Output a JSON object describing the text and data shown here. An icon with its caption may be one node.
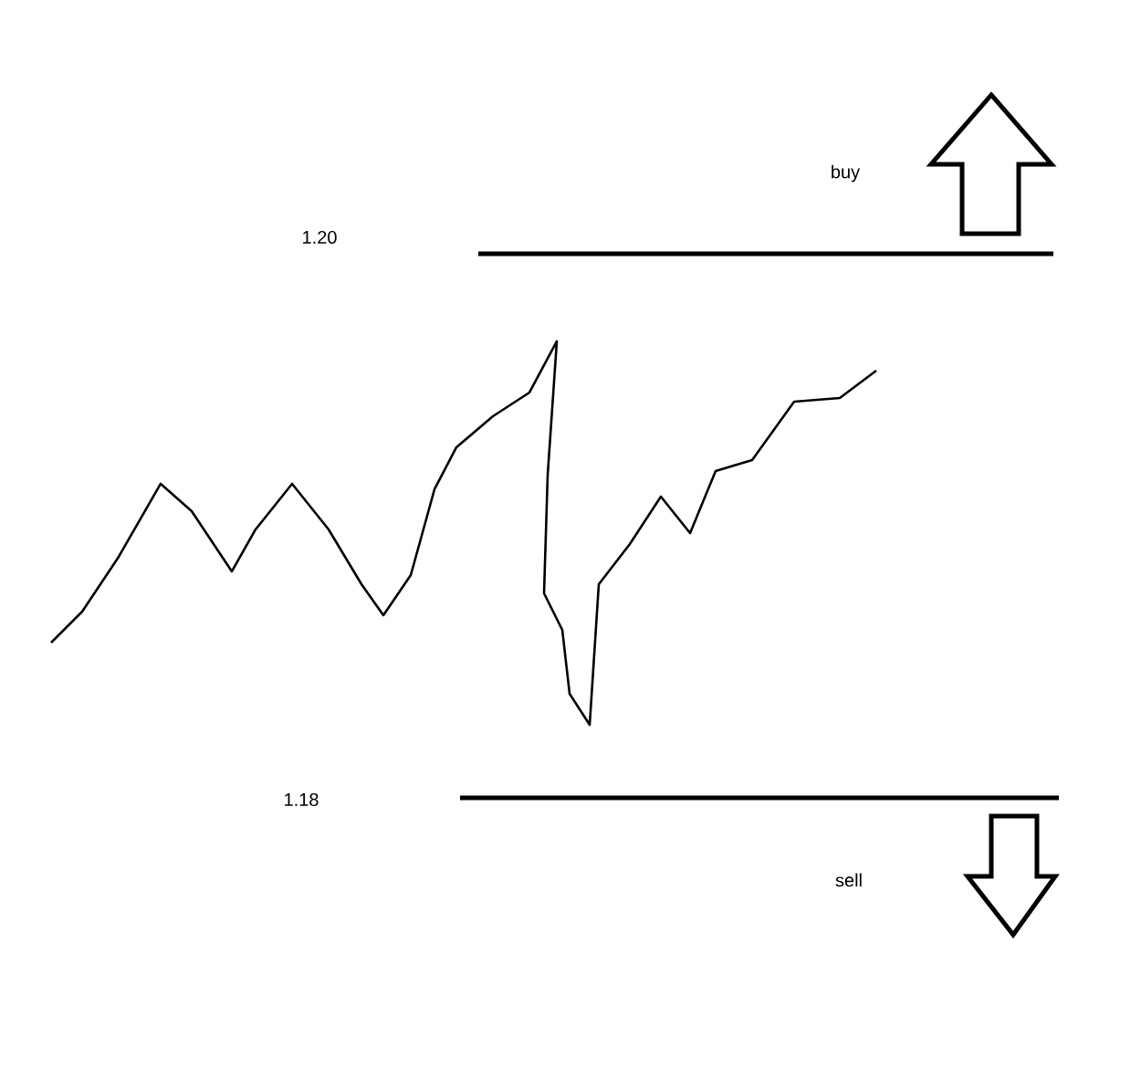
{
  "diagram": {
    "labels": [
      "buy",
      "1.20",
      "1.18",
      "sell"
    ]
  }
}
